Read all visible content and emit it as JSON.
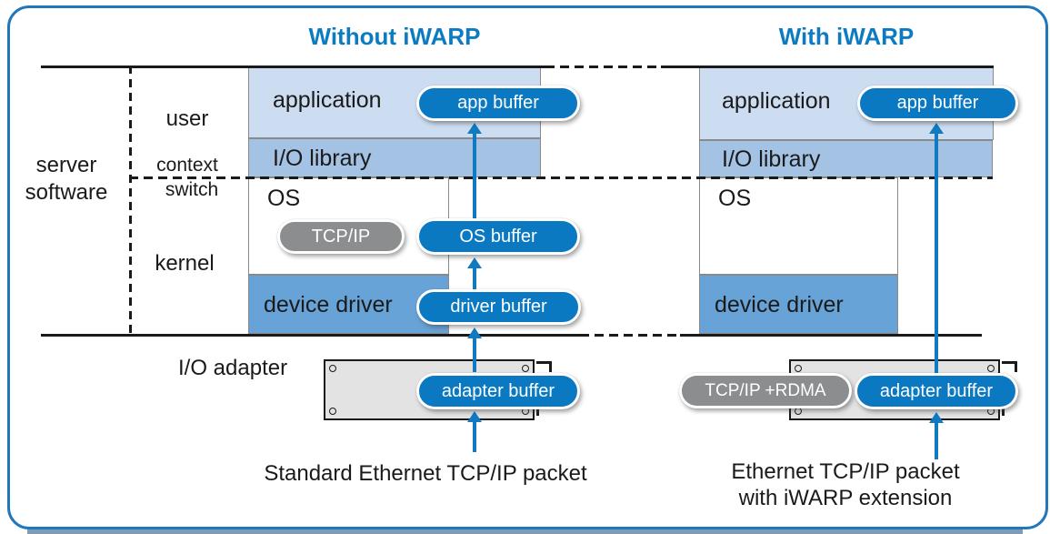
{
  "titles": {
    "left": "Without iWARP",
    "right": "With iWARP"
  },
  "rails": {
    "server_software": "server software",
    "user": "user",
    "context": "context",
    "switch": "switch",
    "kernel": "kernel",
    "io_adapter": "I/O adapter"
  },
  "left": {
    "app": "application",
    "library": "I/O library",
    "os": "OS",
    "driver": "device driver",
    "pill_app": "app buffer",
    "pill_os": "OS buffer",
    "pill_driver": "driver buffer",
    "pill_adapter": "adapter buffer",
    "pill_tcp": "TCP/IP",
    "caption": "Standard Ethernet TCP/IP packet"
  },
  "right": {
    "app": "application",
    "library": "I/O library",
    "os": "OS",
    "driver": "device driver",
    "pill_app": "app buffer",
    "pill_adapter": "adapter buffer",
    "pill_tcp_rdma": "TCP/IP +RDMA",
    "caption1": "Ethernet TCP/IP packet",
    "caption2": "with iWARP extension"
  },
  "colors": {
    "accent_blue": "#0a79c2",
    "title_blue": "#0c7bc2",
    "pill_gray": "#8b8d8f",
    "application_fill": "#ccddf1",
    "library_fill": "#a3c2e4",
    "driver_fill": "#68a3d8",
    "adapter_fill": "#e3e3e3",
    "frame_border": "#2077bb",
    "bottom_bar": "#7e9cb8",
    "line_black": "#1a1a1a"
  }
}
